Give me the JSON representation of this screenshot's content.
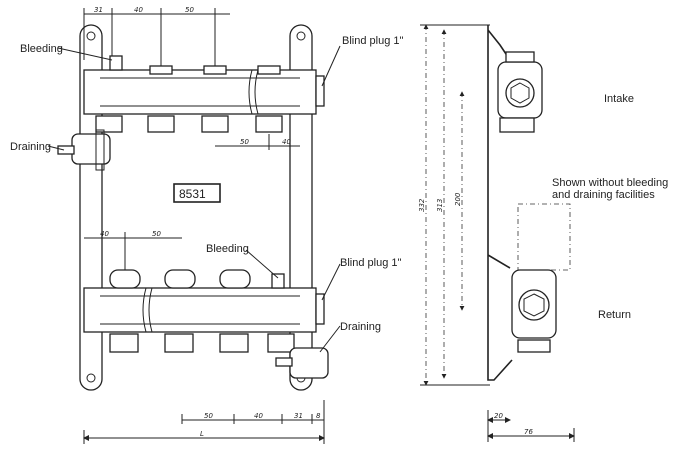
{
  "labels": {
    "bleeding_top": "Bleeding",
    "blind_plug_top": "Blind plug 1\"",
    "draining_top": "Draining",
    "model": "8531",
    "bleeding_bottom": "Bleeding",
    "blind_plug_bottom": "Blind plug 1\"",
    "draining_bottom": "Draining",
    "intake": "Intake",
    "shown_without_1": "Shown without bleeding",
    "shown_without_2": "and draining facilities",
    "return": "Return"
  },
  "dimensions": {
    "top_31": "31",
    "top_40": "40",
    "top_50": "50",
    "right_50": "50",
    "right_40": "40",
    "mid_40": "40",
    "mid_50": "50",
    "bot_50": "50",
    "bot_40": "40",
    "bot_31": "31",
    "bot_8": "8",
    "bot_L": "L",
    "vert_332": "332",
    "vert_313": "313",
    "vert_200": "200",
    "side_20": "20",
    "side_76": "76"
  }
}
